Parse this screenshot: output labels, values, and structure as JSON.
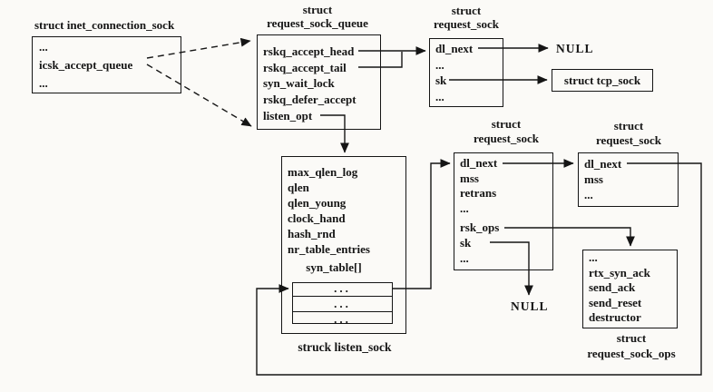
{
  "colors": {
    "ink": "#151515",
    "background": "#fbfaf7"
  },
  "diagram": {
    "inet": {
      "title": "struct inet_connection_sock",
      "fields": [
        "...",
        "icsk_accept_queue",
        "..."
      ]
    },
    "queue": {
      "title1": "struct",
      "title2": "request_sock_queue",
      "fields": [
        "rskq_accept_head",
        "rskq_accept_tail",
        "syn_wait_lock",
        "rskq_defer_accept",
        "listen_opt"
      ]
    },
    "rs1": {
      "title1": "struct",
      "title2": "request_sock",
      "fields": [
        "dl_next",
        "...",
        "sk",
        "..."
      ]
    },
    "null_top": "NULL",
    "tcp_sock": "struct tcp_sock",
    "listen": {
      "fields": [
        "max_qlen_log",
        "qlen",
        "qlen_young",
        "clock_hand",
        "hash_rnd",
        "nr_table_entries"
      ],
      "syn_table_label": "syn_table[]",
      "syn_rows": [
        "...",
        "...",
        "..."
      ],
      "caption": "struck listen_sock"
    },
    "rs2": {
      "title1": "struct",
      "title2": "request_sock",
      "fields": [
        "dl_next",
        "mss",
        "retrans",
        "...",
        "rsk_ops",
        "sk",
        "..."
      ]
    },
    "rs3": {
      "title1": "struct",
      "title2": "request_sock",
      "fields": [
        "dl_next",
        "mss",
        "..."
      ]
    },
    "null_mid": "NULL",
    "rsops": {
      "fields": [
        "...",
        "rtx_syn_ack",
        "send_ack",
        "send_reset",
        "destructor"
      ],
      "caption1": "struct",
      "caption2": "request_sock_ops"
    }
  }
}
